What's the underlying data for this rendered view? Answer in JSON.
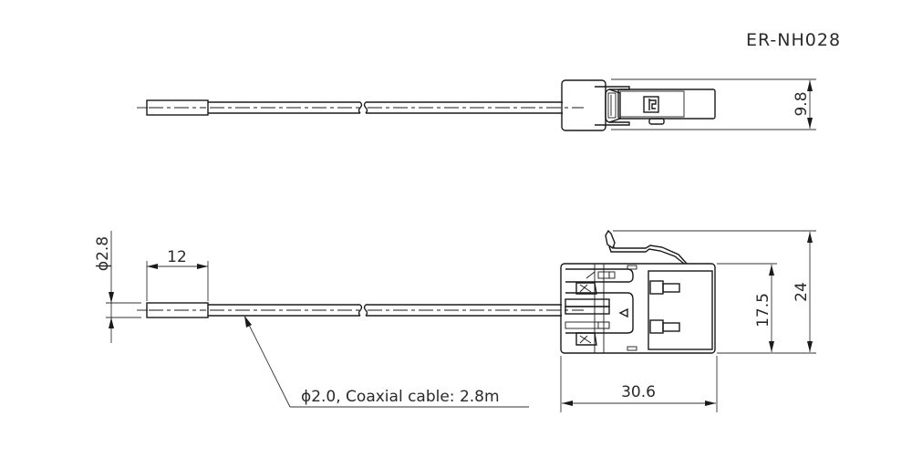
{
  "drawing": {
    "part_number": "ER-NH028",
    "top_view": {
      "height_dim": "9.8"
    },
    "side_view": {
      "ferrule_diameter_dim": "ϕ2.8",
      "ferrule_length_dim": "12",
      "connector_body_height_dim": "17.5",
      "overall_height_dim": "24",
      "connector_length_dim": "30.6",
      "cable_callout": "ϕ2.0, Coaxial cable: 2.8m"
    },
    "colors": {
      "line": "#1a1a1a",
      "background": "#ffffff"
    }
  }
}
